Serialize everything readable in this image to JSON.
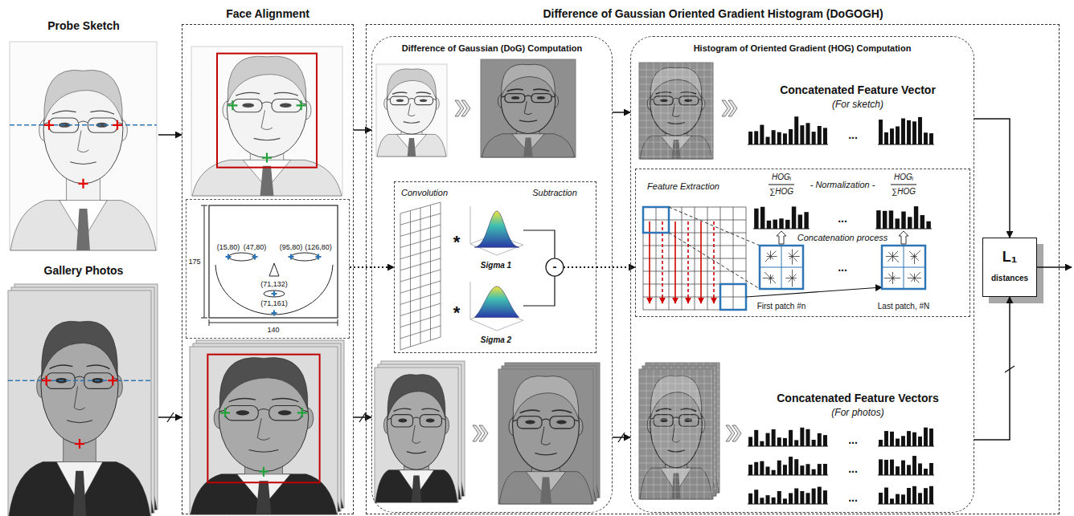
{
  "diagram": {
    "nodes": [
      {
        "text": [
          "Probe Sketch"
        ]
      },
      {
        "text": [
          "Gallery Photos"
        ]
      },
      {
        "text": [
          "Face Alignment"
        ]
      },
      {
        "text": [
          "(15,80)",
          "(47,80)",
          "(95,80)",
          "(126,80)",
          "(71,132)",
          "(71,161)"
        ],
        "in": 2
      },
      {
        "text": [
          "Difference of Gaussian Oriented Gradient Histogram (DoGOGH)"
        ]
      },
      {
        "text": [
          "Difference of Gaussian (DoG) Computation"
        ],
        "in": 4
      },
      {
        "text": [
          "Convolution",
          "Subtraction",
          "Sigma 1",
          "Sigma 2"
        ],
        "in": 5
      },
      {
        "text": [
          "Histogram of Oriented Gradient (HOG) Computation"
        ],
        "in": 4
      },
      {
        "text": [
          "Feature Extraction",
          "Concatenation process",
          "First patch #n",
          "Last patch, #N"
        ],
        "in": 7
      },
      {
        "text": [
          "L₁",
          "distances"
        ],
        "in": 4
      }
    ],
    "edges": [
      {
        "from": 0,
        "to": 2,
        "arrow": "to"
      },
      {
        "from": 1,
        "to": 2,
        "arrow": "to"
      },
      {
        "from": 2,
        "to": 5,
        "arrow": "to"
      },
      {
        "from": 2,
        "to": 5,
        "arrow": "to"
      },
      {
        "from": 3,
        "to": 6,
        "arrow": "to"
      },
      {
        "from": 5,
        "to": 7,
        "arrow": "to"
      },
      {
        "from": 5,
        "to": 7,
        "arrow": "to"
      },
      {
        "from": 6,
        "to": 8,
        "arrow": "to"
      },
      {
        "from": 7,
        "to": 9,
        "arrow": "to"
      },
      {
        "from": 7,
        "to": 9,
        "arrow": "to"
      }
    ],
    "labels": [
      "175",
      "140",
      "*",
      "*",
      "-",
      "Concatenated Feature Vector",
      "(For sketch)",
      "...",
      "HOGᵢ",
      "∑HOG",
      "- Normalization -",
      "HOGᵢ",
      "∑HOG",
      "...",
      "...",
      "Concatenated Feature Vectors",
      "(For photos)",
      "...",
      "...",
      "..."
    ]
  }
}
